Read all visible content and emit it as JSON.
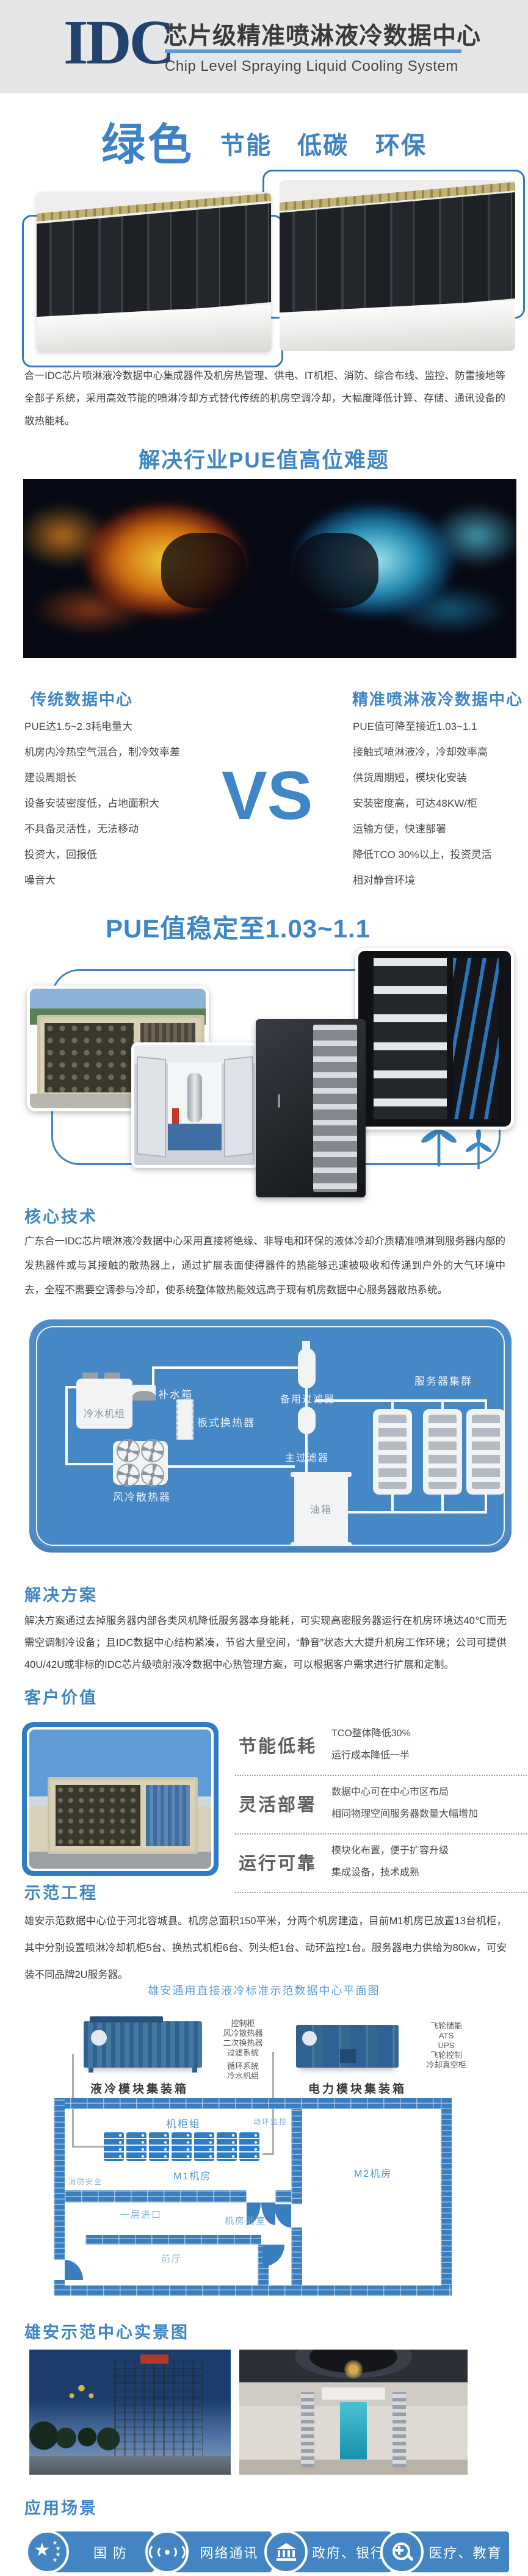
{
  "header": {
    "logo": "IDC",
    "title": "芯片级精准喷淋液冷数据中心",
    "subtitle": "Chip Level Spraying Liquid Cooling System"
  },
  "slogan": {
    "primary": "绿色",
    "words": [
      "节能",
      "低碳",
      "环保"
    ]
  },
  "intro": "合一IDC芯片喷淋液冷数据中心集成器件及机房热管理、供电、IT机柜、消防、综合布线、监控、防雷接地等全部子系统，采用高效节能的喷淋冷却方式替代传统的机房空调冷却，大幅度降低计算、存储、通讯设备的散热能耗。",
  "pue_challenge_title": "解决行业PUE值高位难题",
  "comparison": {
    "traditional": {
      "title": "传统数据中心",
      "items": [
        "PUE达1.5~2.3耗电量大",
        "机房内冷热空气混合，制冷效率差",
        "建设周期长",
        "设备安装密度低，占地面积大",
        "不具备灵活性，无法移动",
        "投资大，回报低",
        "噪音大"
      ]
    },
    "vs": "VS",
    "spray": {
      "title": "精准喷淋液冷数据中心",
      "items": [
        "PUE值可降至接近1.03~1.1",
        "接触式喷淋液冷，冷却效率高",
        "供货周期短，模块化安装",
        "安装密度高，可达48KW/柜",
        "运输方便，快速部署",
        "降低TCO 30%以上，投资灵活",
        "相对静音环境"
      ]
    }
  },
  "pue_stable_title": "PUE值稳定至1.03~1.1",
  "core_tech": {
    "title": "核心技术",
    "body": "广东合一IDC芯片喷淋液冷数据中心采用直接将绝缘、非导电和环保的液体冷却介质精准喷淋到服务器内部的发热器件或与其接触的散热器上，通过扩展表面使得器件的热能够迅速被吸收和传递到户外的大气环境中去，全程不需要空调参与冷却，使系统整体散热能效远高于现有机房数据中心服务器散热系统。"
  },
  "diagram": {
    "chiller": "冷水机组",
    "makeup_tank": "补水箱",
    "plate_hx": "板式换热器",
    "air_cooler": "风冷散热器",
    "backup_filter": "备用过滤器",
    "main_filter": "主过滤器",
    "oil_tank": "油箱",
    "server_cluster": "服务器集群"
  },
  "solution": {
    "title": "解决方案",
    "body": "解决方案通过去掉服务器内部各类风机降低服务器本身能耗，可实现高密服务器运行在机房环境达40℃而无需空调制冷设备；且IDC数据中心结构紧凑，节省大量空间，“静音”状态大大提升机房工作环境；公司可提供40U/42U或非标的IDC芯片级喷射液冷数据中心热管理方案，可以根据客户需求进行扩展和定制。"
  },
  "customer_value": {
    "title": "客户价值",
    "rows": [
      {
        "label": "节能低耗",
        "line1": "TCO整体降低30%",
        "line2": "运行成本降低一半"
      },
      {
        "label": "灵活部署",
        "line1": "数据中心可在中心市区布局",
        "line2": "相同物理空间服务器数量大幅增加"
      },
      {
        "label": "运行可靠",
        "line1": "模块化布置，便于扩容升级",
        "line2": "集成设备，技术成熟"
      }
    ]
  },
  "demo": {
    "title": "示范工程",
    "body": "雄安示范数据中心位于河北容城县。机房总面积150平米，分两个机房建造，目前M1机房已放置13台机柜，其中分别设置喷淋冷却机柜5台、换热式机柜6台、列头柜1台、动环监控1台。服务器电力供给为80kw，可安装不同品牌2U服务器。",
    "plan_caption": "雄安通用直接液冷标准示范数据中心平面图"
  },
  "floorplan": {
    "cooling_container": {
      "caption": "液冷模块集装箱",
      "labels": [
        "控制柜",
        "风冷散热器",
        "二次换热器",
        "过滤系统",
        "循环系统",
        "冷水机组"
      ]
    },
    "power_container": {
      "caption": "电力模块集装箱",
      "labels": [
        "飞轮储能",
        "ATS",
        "UPS",
        "飞轮控制",
        "冷却真空柜"
      ]
    },
    "rooms": {
      "rack_group": "机柜组",
      "env_monitor": "动环监控",
      "m1": "M1机房",
      "fire_safety": "消防安全",
      "m2": "M2机房",
      "entrance": "一层进口",
      "anteroom": "机房前室",
      "lobby": "前厅"
    }
  },
  "site_title": "雄安示范中心实景图",
  "applications": {
    "title": "应用场景",
    "items": [
      {
        "label": "国 防"
      },
      {
        "label": "网络通讯"
      },
      {
        "label": "政府、银行"
      },
      {
        "label": "医疗、教育"
      }
    ]
  }
}
